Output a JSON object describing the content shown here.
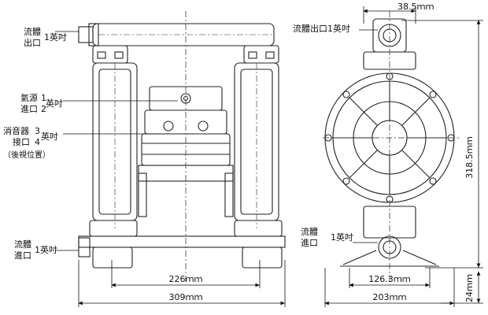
{
  "labels": {
    "fluid_outlet_left_1": "流體",
    "fluid_outlet_left_2": "出口",
    "fluid_outlet_left_size": "1英吋",
    "air_source_1": "氣源",
    "air_source_2": "進口",
    "air_source_num1": "1",
    "air_source_num2": "2",
    "air_source_size": "英吋",
    "muffler_1": "消音器",
    "muffler_2": "接口",
    "muffler_num1": "3",
    "muffler_num2": "4",
    "muffler_size": "英吋",
    "rear_view": "（後視位置）",
    "fluid_inlet_left_1": "流體",
    "fluid_inlet_left_2": "進口",
    "fluid_inlet_left_size": "1英吋",
    "fluid_outlet_right": "流體出口1英吋",
    "fluid_inlet_right_1": "流體",
    "fluid_inlet_right_2": "進口",
    "fluid_inlet_right_size": "1英吋"
  },
  "dimensions": {
    "top_width": "38.5ｍｍ",
    "height": "318.5ｍｍ",
    "inner_width_front": "226ｍｍ",
    "overall_width_front": "309ｍｍ",
    "base_width_side": "126.3ｍｍ",
    "overall_width_side": "203ｍｍ",
    "inlet_height": "24ｍｍ"
  }
}
